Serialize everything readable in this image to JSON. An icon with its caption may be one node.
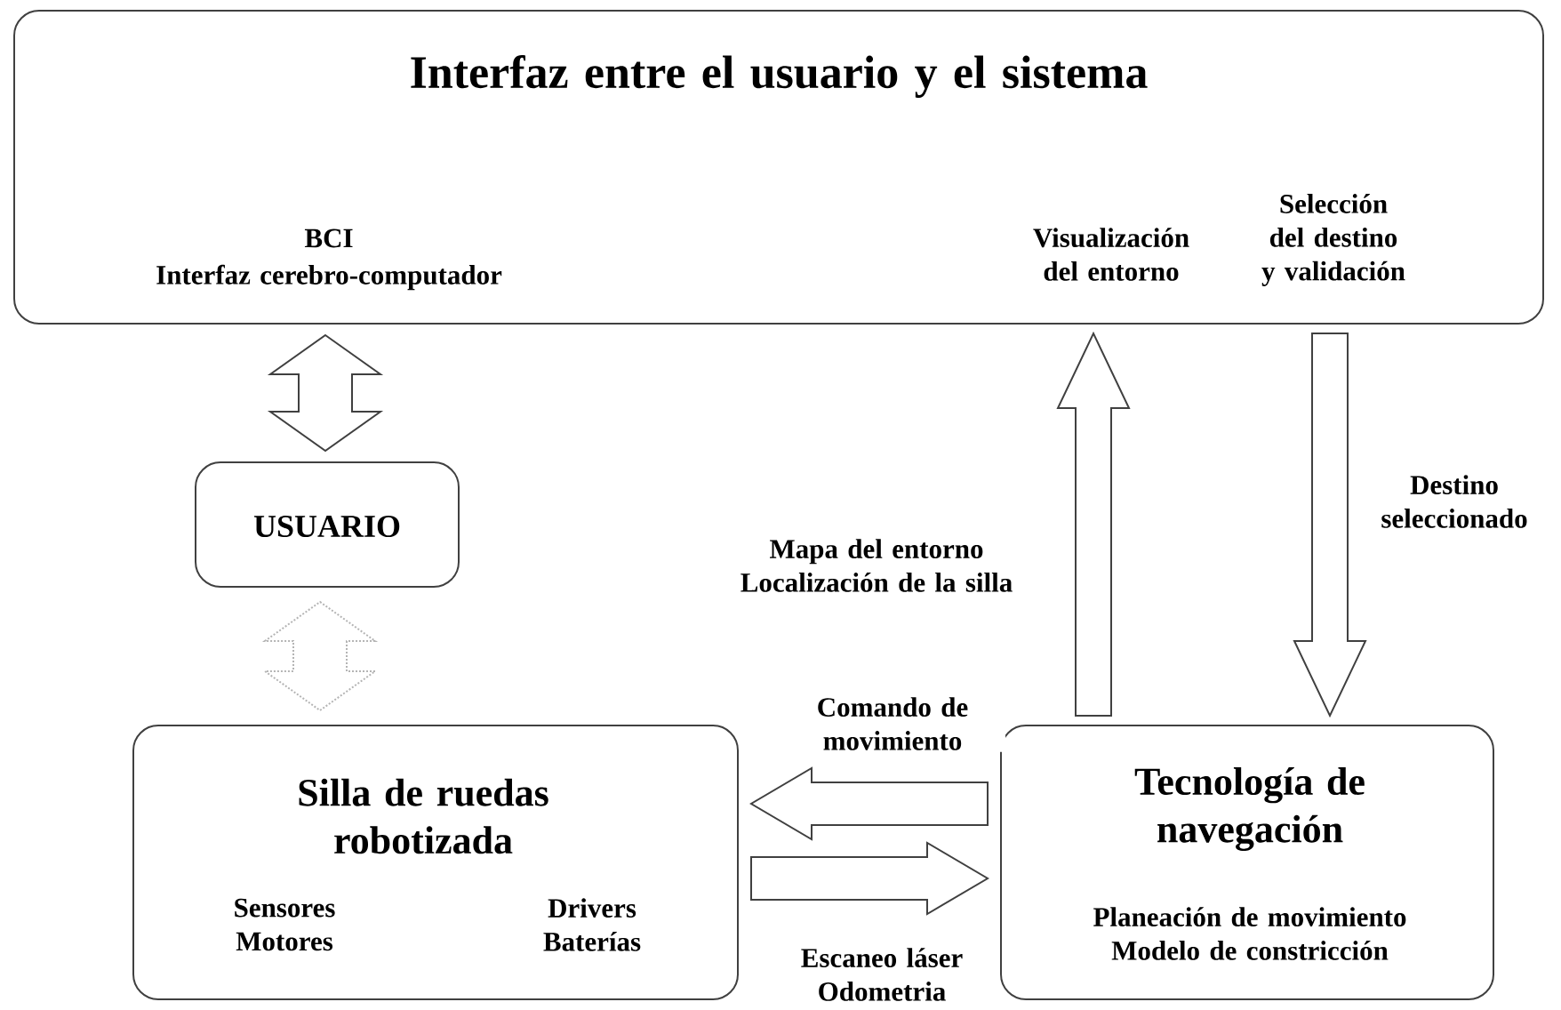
{
  "diagram": {
    "nodes": [
      {
        "text": [
          "Interfaz entre el usuario y el sistema",
          "BCI",
          "Interfaz cerebro-computador",
          "Visualización del entorno",
          "Selección del destino y validación"
        ]
      },
      {
        "text": [
          "USUARIO"
        ]
      },
      {
        "text": [
          "Silla de ruedas robotizada",
          "Sensores Motores",
          "Drivers Baterías"
        ]
      },
      {
        "text": [
          "Tecnología de navegación",
          "Planeación de movimiento Modelo de constricción"
        ]
      }
    ],
    "edges": [
      {
        "from": 0,
        "to": 1,
        "arrow": "both"
      },
      {
        "from": 1,
        "to": 2,
        "arrow": "both",
        "style": "dashed",
        "color": "#b4b4b4"
      },
      {
        "from": 3,
        "to": 0,
        "arrow": "to",
        "label": "Mapa del entorno Localización de la silla"
      },
      {
        "from": 0,
        "to": 3,
        "arrow": "to",
        "label": "Destino seleccionado"
      },
      {
        "from": 3,
        "to": 2,
        "arrow": "to",
        "label": "Comando de movimiento"
      },
      {
        "from": 2,
        "to": 3,
        "arrow": "to",
        "label": "Escaneo láser Odometria"
      }
    ]
  }
}
